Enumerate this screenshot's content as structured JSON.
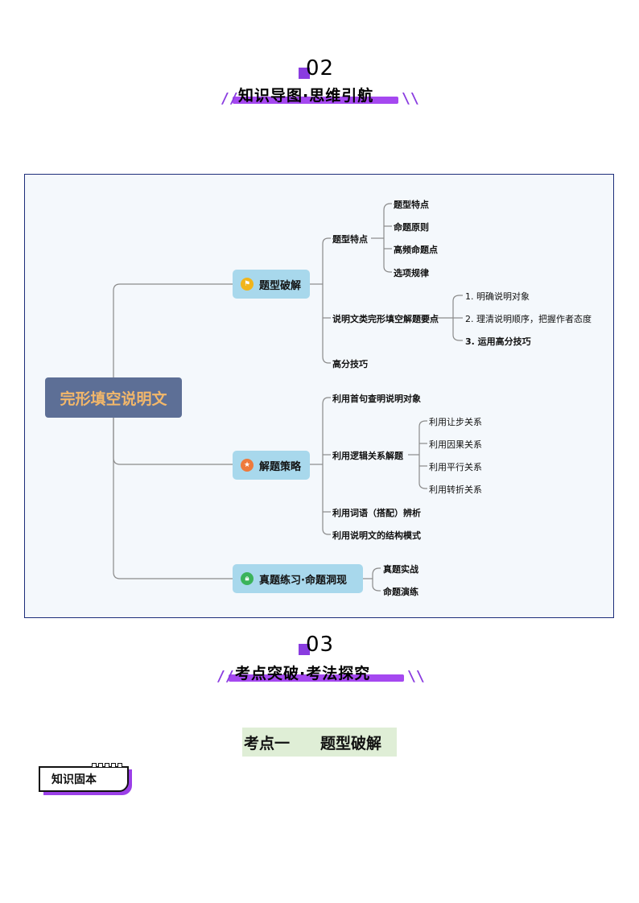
{
  "section2": {
    "number": "02",
    "title": "知识导图·思维引航"
  },
  "mindmap": {
    "root": "完形填空说明文",
    "branches": {
      "b1": {
        "label": "题型破解",
        "sub1": {
          "label": "题型特点",
          "items": [
            "题型特点",
            "命题原则",
            "高频命题点",
            "选项规律"
          ]
        },
        "sub2": {
          "label": "说明文类完形填空解题要点",
          "items": [
            "1. 明确说明对象",
            "2. 理清说明顺序，把握作者态度",
            "3. 运用高分技巧"
          ]
        },
        "sub3": {
          "label": "高分技巧"
        }
      },
      "b2": {
        "label": "解题策略",
        "sub1": {
          "label": "利用首句查明说明对象"
        },
        "sub2": {
          "label": "利用逻辑关系解题",
          "items": [
            "利用让步关系",
            "利用因果关系",
            "利用平行关系",
            "利用转折关系"
          ]
        },
        "sub3": {
          "label": "利用词语（搭配）辨析"
        },
        "sub4": {
          "label": "利用说明文的结构模式"
        }
      },
      "b3": {
        "label": "真题练习·命题洞现",
        "items": [
          "真题实战",
          "命题演练"
        ]
      }
    }
  },
  "section3": {
    "number": "03",
    "title": "考点突破·考法探究"
  },
  "kaodian": {
    "label": "考点一",
    "title": "题型破解"
  },
  "badge": {
    "label": "知识固本"
  },
  "colors": {
    "accent": "#a548f0",
    "root_bg": "#5d6f96",
    "root_text": "#f2b76a",
    "branch_bg": "#a8d8ec"
  }
}
